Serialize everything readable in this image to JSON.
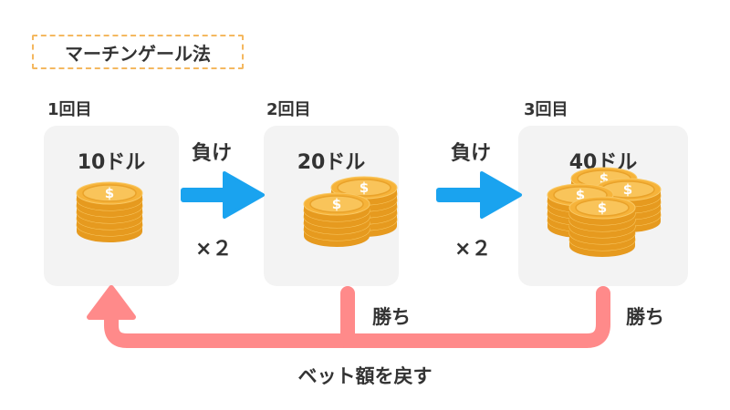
{
  "title": "マーチンゲール法",
  "rounds": [
    {
      "label": "1回目",
      "amount": "10ドル"
    },
    {
      "label": "2回目",
      "amount": "20ドル"
    },
    {
      "label": "3回目",
      "amount": "40ドル"
    }
  ],
  "transitions": [
    {
      "result": "負け",
      "multiplier": "×２"
    },
    {
      "result": "負け",
      "multiplier": "×２"
    }
  ],
  "wins": [
    "勝ち",
    "勝ち"
  ],
  "return_label": "ベット額を戻す",
  "coin_symbol": "$",
  "colors": {
    "title_border": "#f4b860",
    "card_bg": "#f3f3f3",
    "arrow_blue": "#1aa3ef",
    "return_pink": "#ff8a8a",
    "coin_gold": "#f6b33a",
    "coin_dark": "#e69a1f"
  }
}
